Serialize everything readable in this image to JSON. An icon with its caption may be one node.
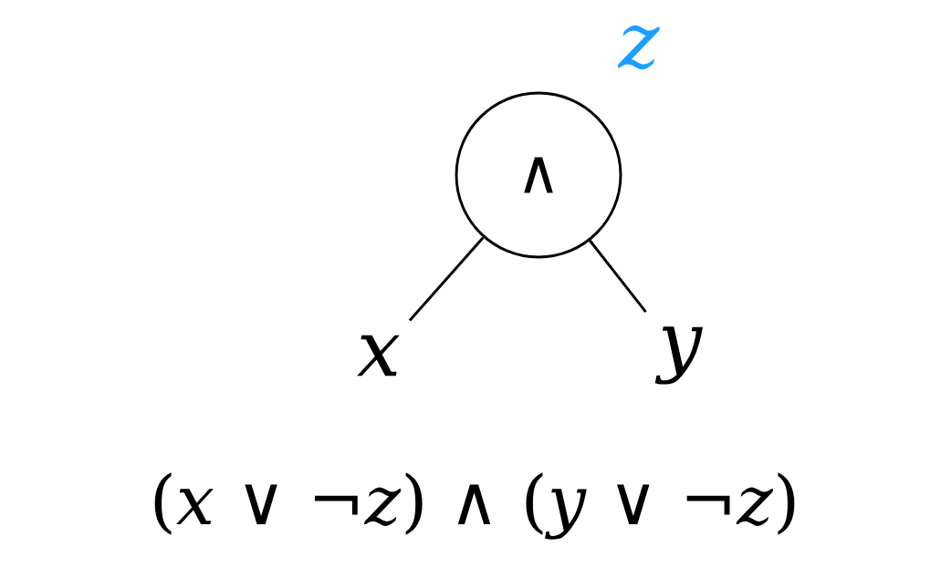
{
  "diagram": {
    "nodes": [
      {
        "text": [
          "∧"
        ],
        "beside": [
          "z"
        ]
      },
      {
        "text": [
          "x"
        ]
      },
      {
        "text": [
          "y"
        ]
      }
    ],
    "edges": [
      {
        "from": 0,
        "to": 1,
        "arrow": "none"
      },
      {
        "from": 0,
        "to": 2,
        "arrow": "none"
      }
    ],
    "labels": [
      "(*x* ∨ ¬*z*) ∧ (*y* ∨ ¬*z*)"
    ]
  }
}
